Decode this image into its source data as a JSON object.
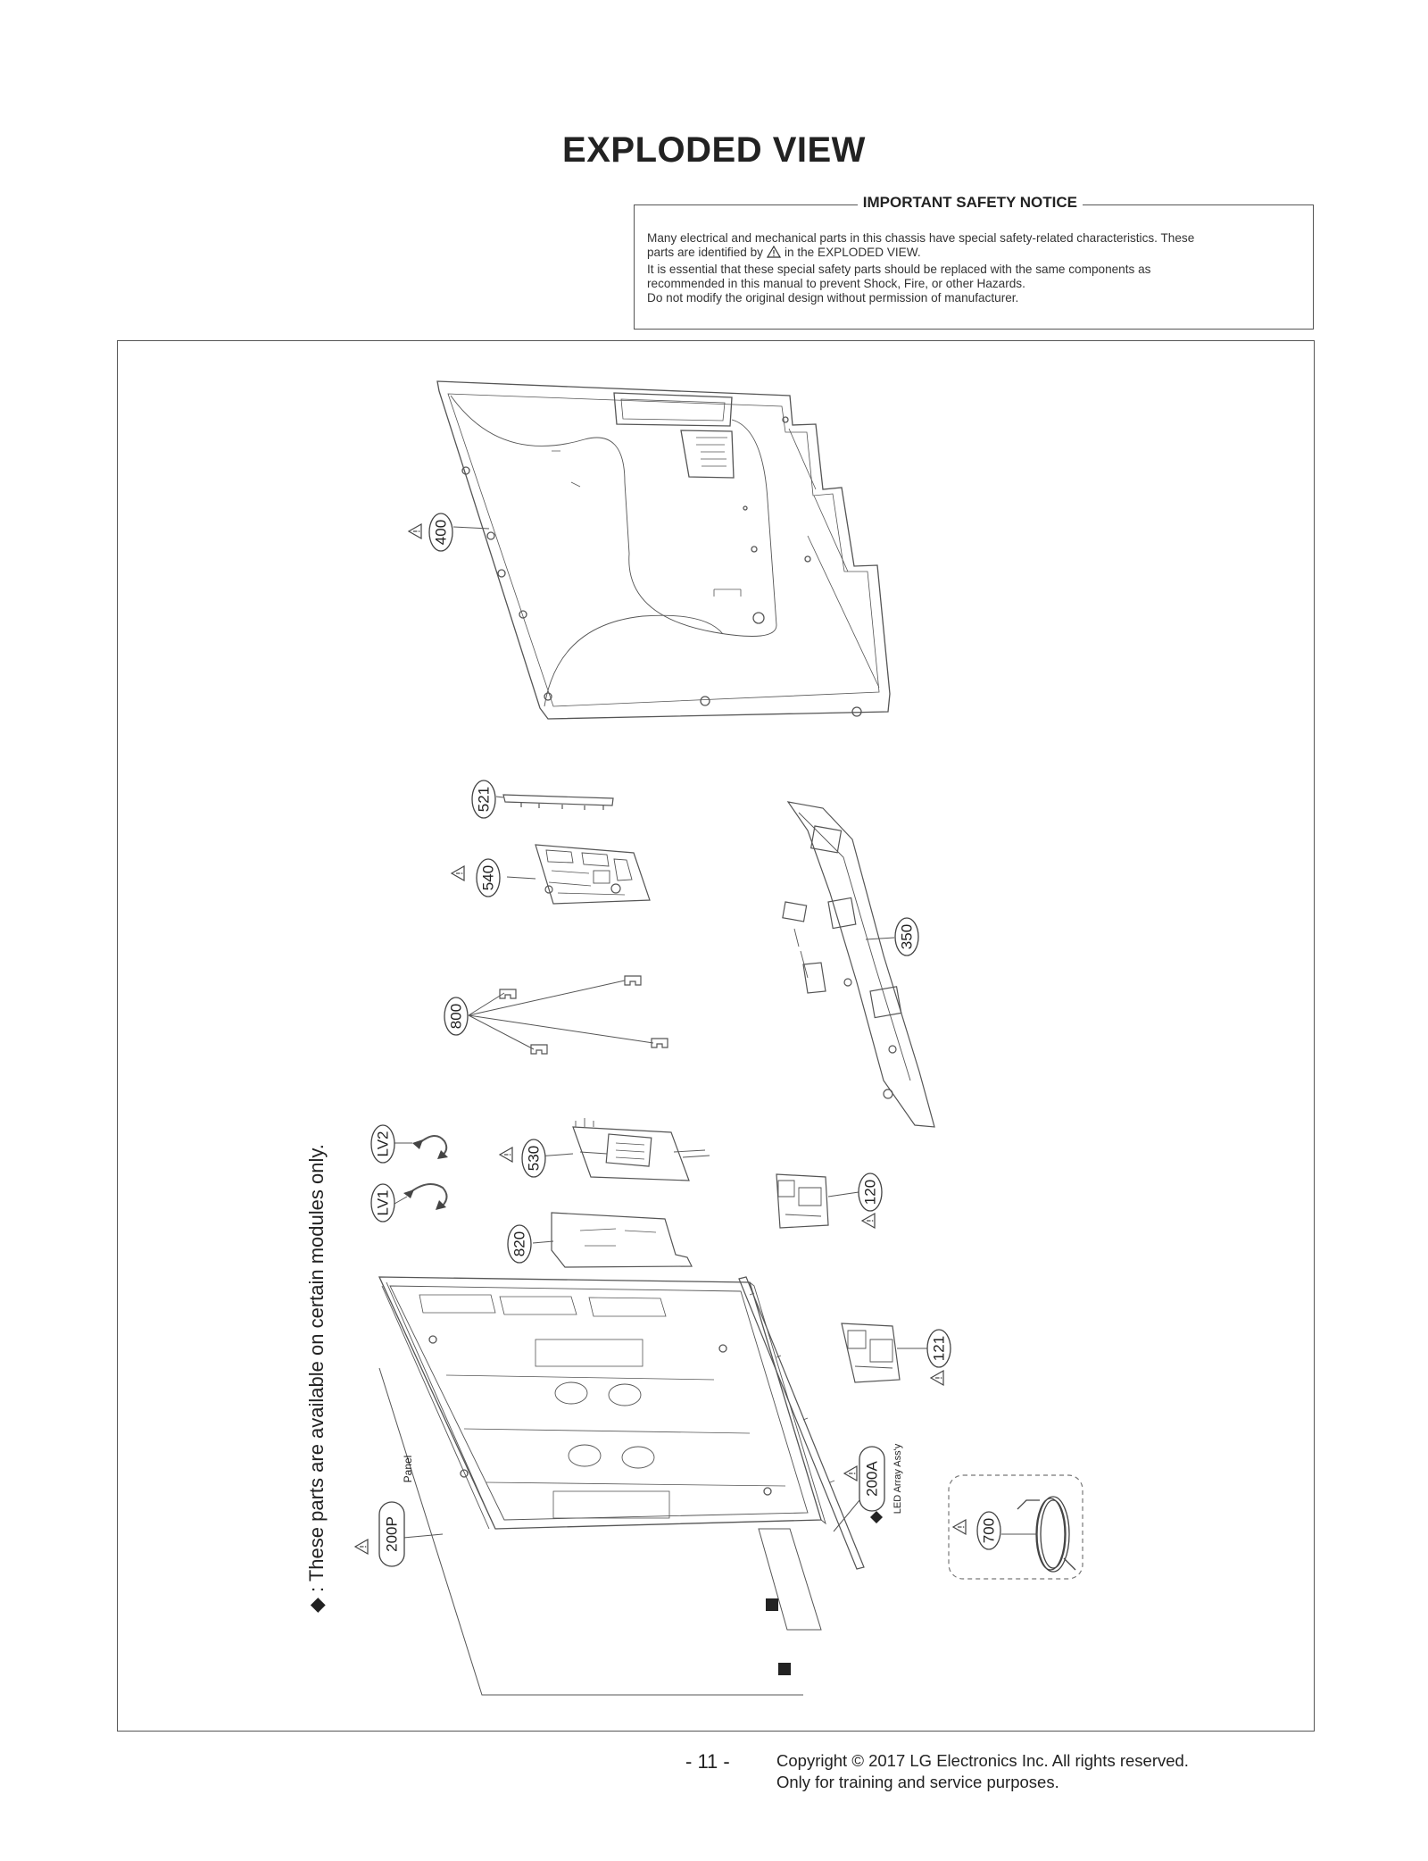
{
  "page": {
    "title": "EXPLODED VIEW",
    "page_number": "- 11 -"
  },
  "notice": {
    "title": "IMPORTANT SAFETY NOTICE",
    "line1": "Many electrical and mechanical parts in this chassis have special safety-related characteristics. These",
    "line2_before": "parts are identified by",
    "line2_after": "in the EXPLODED VIEW.",
    "line3": "It is essential that these special safety parts should be replaced with the same components as",
    "line4": "recommended in this manual to prevent Shock, Fire, or other Hazards.",
    "line5": "Do not modify the original design without permission of manufacturer."
  },
  "side_note": "◆ : These parts are available on certain modules only.",
  "parts": {
    "p400": "400",
    "p521": "521",
    "p540": "540",
    "p350": "350",
    "p800": "800",
    "pLV2": "LV2",
    "pLV1": "LV1",
    "p530": "530",
    "p120": "120",
    "p820": "820",
    "p121": "121",
    "p200A": "200A",
    "p200A_desc": "LED Array Ass'y",
    "p200P": "200P",
    "p200P_desc": "Panel",
    "p700": "700"
  },
  "copyright": {
    "line1": "Copyright © 2017 LG Electronics Inc. All rights reserved.",
    "line2": "Only for training and service purposes."
  }
}
